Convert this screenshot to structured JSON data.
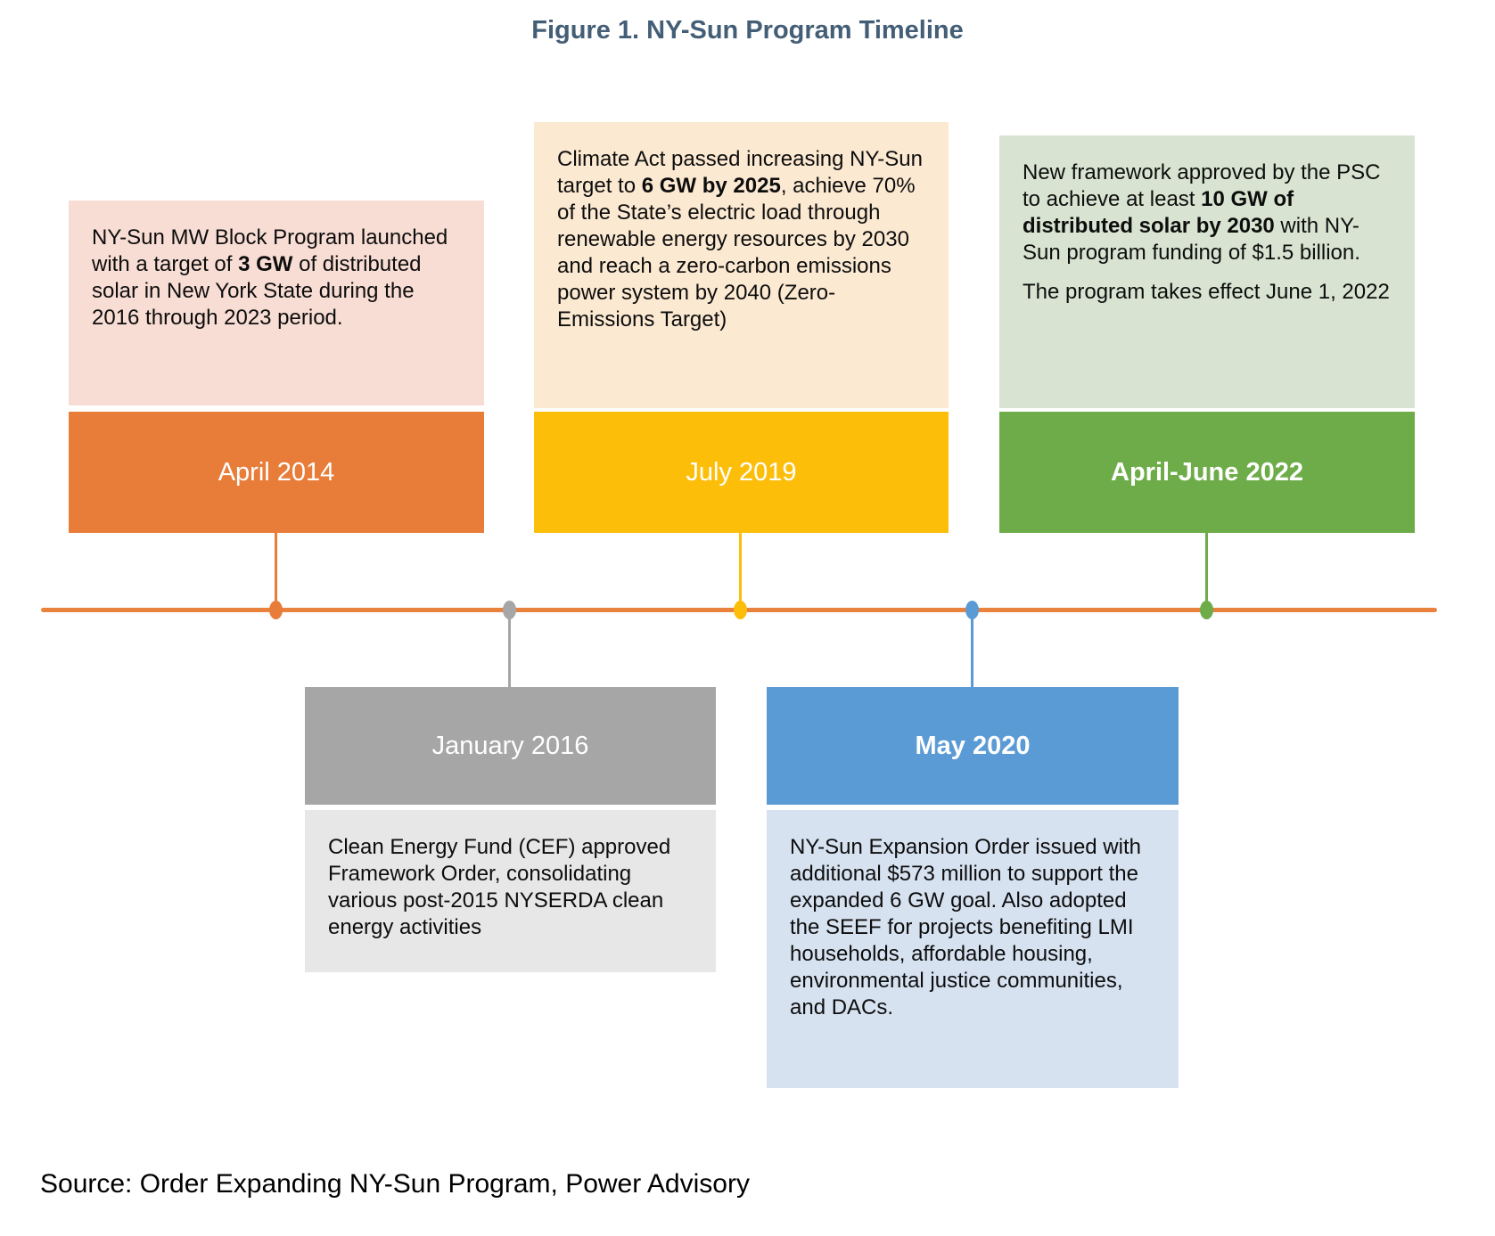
{
  "figure": {
    "title": "Figure 1. NY-Sun Program Timeline",
    "source": "Source: Order Expanding NY-Sun Program, Power Advisory"
  },
  "colors": {
    "title": "#435E76",
    "axis": "#E8823C",
    "body_text": "#0D0D0D"
  },
  "timeline": {
    "events": [
      {
        "id": "april-2014",
        "row": "above",
        "date_label": "April 2014",
        "date_bold": false,
        "accent": "#E87D3A",
        "tint": "#F8DDD4",
        "paragraphs": [
          [
            {
              "text": "NY-Sun MW Block Program launched with a target of "
            },
            {
              "text": "3 GW",
              "bold": true
            },
            {
              "text": " of distributed solar in New York State during the 2016 through 2023 period."
            }
          ]
        ]
      },
      {
        "id": "january-2016",
        "row": "below",
        "date_label": "January 2016",
        "date_bold": false,
        "accent": "#A6A6A6",
        "tint": "#E7E7E7",
        "paragraphs": [
          [
            {
              "text": "Clean Energy Fund (CEF) approved Framework Order, consolidating various post-2015 NYSERDA clean energy activities"
            }
          ]
        ]
      },
      {
        "id": "july-2019",
        "row": "above",
        "date_label": "July 2019",
        "date_bold": false,
        "accent": "#FDBE0A",
        "tint": "#FCE9D2",
        "paragraphs": [
          [
            {
              "text": "Climate Act passed increasing NY-Sun target to "
            },
            {
              "text": "6 GW by 2025",
              "bold": true
            },
            {
              "text": ", achieve 70% of the State’s electric load through renewable energy resources by 2030 and reach a zero-carbon emissions power system by 2040 (Zero-Emissions Target)"
            }
          ]
        ]
      },
      {
        "id": "may-2020",
        "row": "below",
        "date_label": "May 2020",
        "date_bold": true,
        "accent": "#5B9BD5",
        "tint": "#D7E2F1",
        "paragraphs": [
          [
            {
              "text": "NY-Sun Expansion Order issued with additional $573 million to support the expanded 6 GW goal. Also adopted the SEEF for projects benefiting LMI households, affordable housing, environmental justice communities, and DACs."
            }
          ]
        ]
      },
      {
        "id": "april-june-2022",
        "row": "above",
        "date_label": "April-June 2022",
        "date_bold": true,
        "accent": "#6EAC49",
        "tint": "#D8E4D1",
        "paragraphs": [
          [
            {
              "text": "New framework approved by the PSC to achieve at least "
            },
            {
              "text": "10 GW of distributed solar by 2030",
              "bold": true
            },
            {
              "text": " with NY-Sun program funding of $1.5 billion."
            }
          ],
          [
            {
              "text": "The program takes effect June 1, 2022"
            }
          ]
        ]
      }
    ]
  }
}
